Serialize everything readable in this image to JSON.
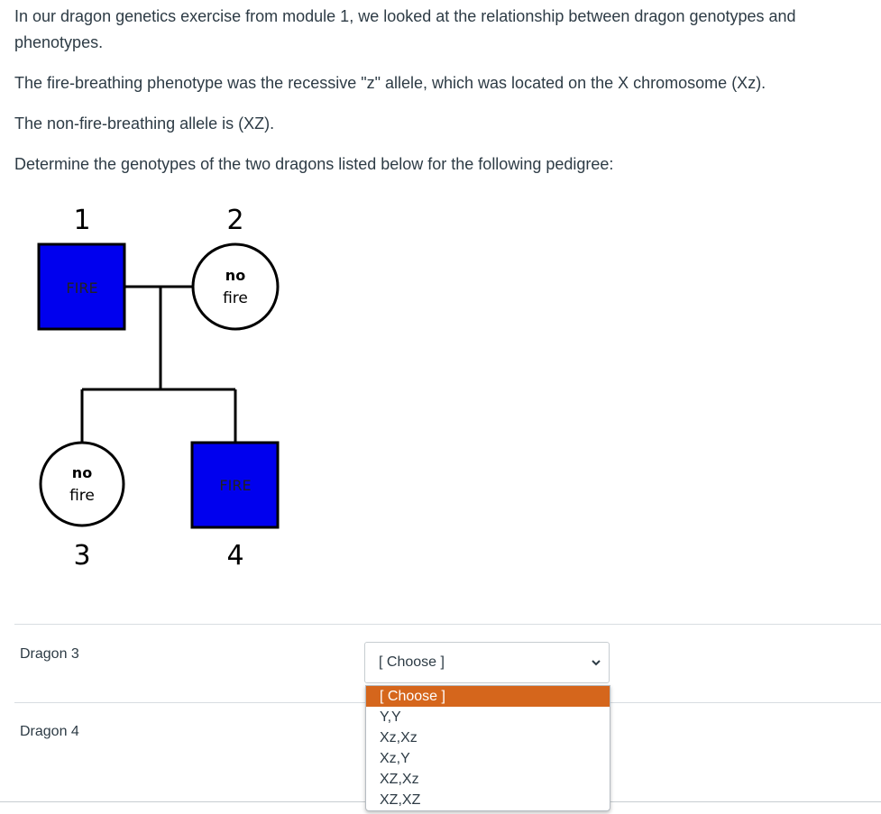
{
  "question": {
    "intro": "In our dragon genetics exercise from module 1, we looked at the relationship between dragon genotypes and phenotypes.",
    "recessive": "The fire-breathing phenotype was the recessive \"z\" allele, which was located on the X chromosome (Xz).",
    "dominant": "The non-fire-breathing allele is (XZ).",
    "instruction": "Determine the genotypes of the two dragons listed below for the following pedigree:"
  },
  "pedigree": {
    "individuals": [
      {
        "number": "1",
        "shape": "square",
        "phenotype_line1": "FIRE",
        "phenotype_line2": "",
        "fill": "#0000ee"
      },
      {
        "number": "2",
        "shape": "circle",
        "phenotype_line1": "no",
        "phenotype_line2": "fire",
        "fill": "#ffffff"
      },
      {
        "number": "3",
        "shape": "circle",
        "phenotype_line1": "no",
        "phenotype_line2": "fire",
        "fill": "#ffffff"
      },
      {
        "number": "4",
        "shape": "square",
        "phenotype_line1": "FIRE",
        "phenotype_line2": "",
        "fill": "#0000ee"
      }
    ]
  },
  "answers": {
    "rows": [
      {
        "label": "Dragon 3"
      },
      {
        "label": "Dragon 4"
      }
    ],
    "select_value": "[ Choose ]",
    "options": [
      "[ Choose ]",
      "Y,Y",
      "Xz,Xz",
      "Xz,Y",
      "XZ,Xz",
      "XZ,XZ"
    ],
    "highlight_color": "#d5661c"
  }
}
